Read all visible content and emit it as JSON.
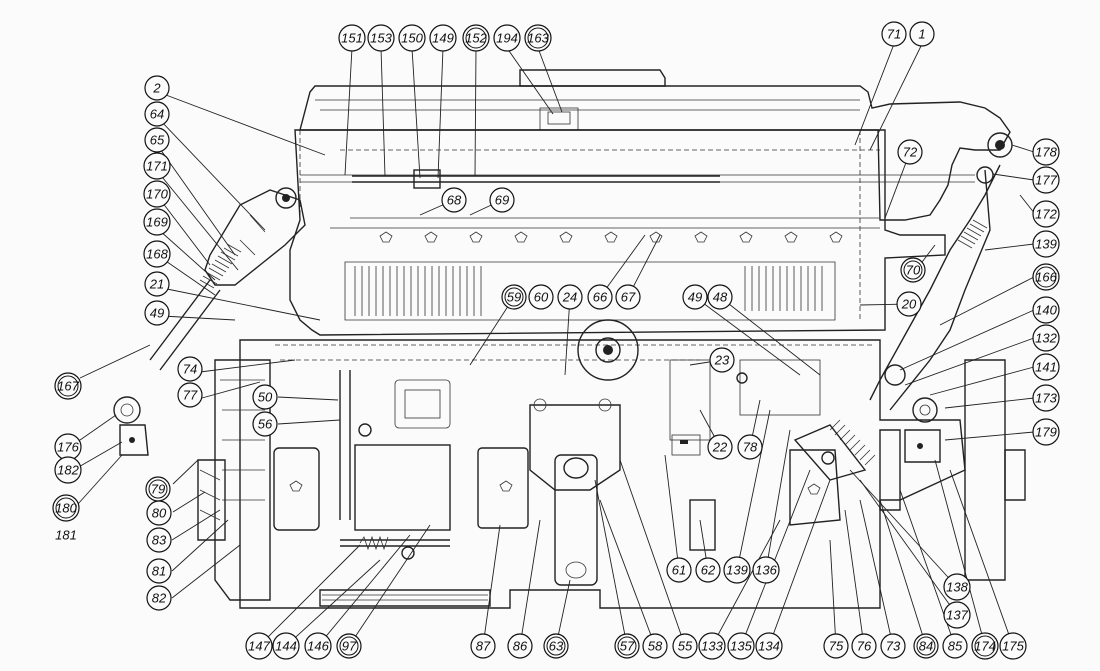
{
  "callouts": [
    {
      "label": "151",
      "ring": "single"
    },
    {
      "label": "153",
      "ring": "single"
    },
    {
      "label": "150",
      "ring": "single"
    },
    {
      "label": "149",
      "ring": "single"
    },
    {
      "label": "152",
      "ring": "double"
    },
    {
      "label": "194",
      "ring": "single"
    },
    {
      "label": "163",
      "ring": "double"
    },
    {
      "label": "71",
      "ring": "single"
    },
    {
      "label": "1",
      "ring": "single"
    },
    {
      "label": "2",
      "ring": "single"
    },
    {
      "label": "64",
      "ring": "single"
    },
    {
      "label": "65",
      "ring": "single"
    },
    {
      "label": "171",
      "ring": "single"
    },
    {
      "label": "170",
      "ring": "single"
    },
    {
      "label": "169",
      "ring": "single"
    },
    {
      "label": "168",
      "ring": "single"
    },
    {
      "label": "21",
      "ring": "single"
    },
    {
      "label": "49",
      "ring": "single"
    },
    {
      "label": "167",
      "ring": "double"
    },
    {
      "label": "74",
      "ring": "single"
    },
    {
      "label": "77",
      "ring": "single"
    },
    {
      "label": "176",
      "ring": "single"
    },
    {
      "label": "182",
      "ring": "single"
    },
    {
      "label": "79",
      "ring": "double"
    },
    {
      "label": "180",
      "ring": "double"
    },
    {
      "label": "181",
      "ring": "none"
    },
    {
      "label": "80",
      "ring": "single"
    },
    {
      "label": "83",
      "ring": "single"
    },
    {
      "label": "81",
      "ring": "single"
    },
    {
      "label": "82",
      "ring": "single"
    },
    {
      "label": "178",
      "ring": "single"
    },
    {
      "label": "177",
      "ring": "single"
    },
    {
      "label": "172",
      "ring": "single"
    },
    {
      "label": "72",
      "ring": "single"
    },
    {
      "label": "139",
      "ring": "single"
    },
    {
      "label": "70",
      "ring": "double"
    },
    {
      "label": "166",
      "ring": "double"
    },
    {
      "label": "140",
      "ring": "single"
    },
    {
      "label": "132",
      "ring": "single"
    },
    {
      "label": "141",
      "ring": "single"
    },
    {
      "label": "173",
      "ring": "single"
    },
    {
      "label": "179",
      "ring": "single"
    },
    {
      "label": "68",
      "ring": "single"
    },
    {
      "label": "69",
      "ring": "single"
    },
    {
      "label": "59",
      "ring": "double"
    },
    {
      "label": "60",
      "ring": "single"
    },
    {
      "label": "24",
      "ring": "single"
    },
    {
      "label": "66",
      "ring": "single"
    },
    {
      "label": "67",
      "ring": "single"
    },
    {
      "label": "49",
      "ring": "single"
    },
    {
      "label": "48",
      "ring": "single"
    },
    {
      "label": "20",
      "ring": "single"
    },
    {
      "label": "23",
      "ring": "single"
    },
    {
      "label": "50",
      "ring": "single"
    },
    {
      "label": "56",
      "ring": "single"
    },
    {
      "label": "22",
      "ring": "single"
    },
    {
      "label": "78",
      "ring": "single"
    },
    {
      "label": "61",
      "ring": "single"
    },
    {
      "label": "62",
      "ring": "single"
    },
    {
      "label": "139",
      "ring": "single"
    },
    {
      "label": "136",
      "ring": "single"
    },
    {
      "label": "138",
      "ring": "single"
    },
    {
      "label": "137",
      "ring": "single"
    },
    {
      "label": "147",
      "ring": "single"
    },
    {
      "label": "144",
      "ring": "single"
    },
    {
      "label": "146",
      "ring": "single"
    },
    {
      "label": "97",
      "ring": "double"
    },
    {
      "label": "87",
      "ring": "single"
    },
    {
      "label": "86",
      "ring": "single"
    },
    {
      "label": "63",
      "ring": "double"
    },
    {
      "label": "57",
      "ring": "double"
    },
    {
      "label": "58",
      "ring": "single"
    },
    {
      "label": "55",
      "ring": "single"
    },
    {
      "label": "133",
      "ring": "single"
    },
    {
      "label": "135",
      "ring": "single"
    },
    {
      "label": "134",
      "ring": "single"
    },
    {
      "label": "75",
      "ring": "single"
    },
    {
      "label": "76",
      "ring": "single"
    },
    {
      "label": "73",
      "ring": "single"
    },
    {
      "label": "84",
      "ring": "double"
    },
    {
      "label": "85",
      "ring": "single"
    },
    {
      "label": "174",
      "ring": "double"
    },
    {
      "label": "175",
      "ring": "single"
    }
  ]
}
